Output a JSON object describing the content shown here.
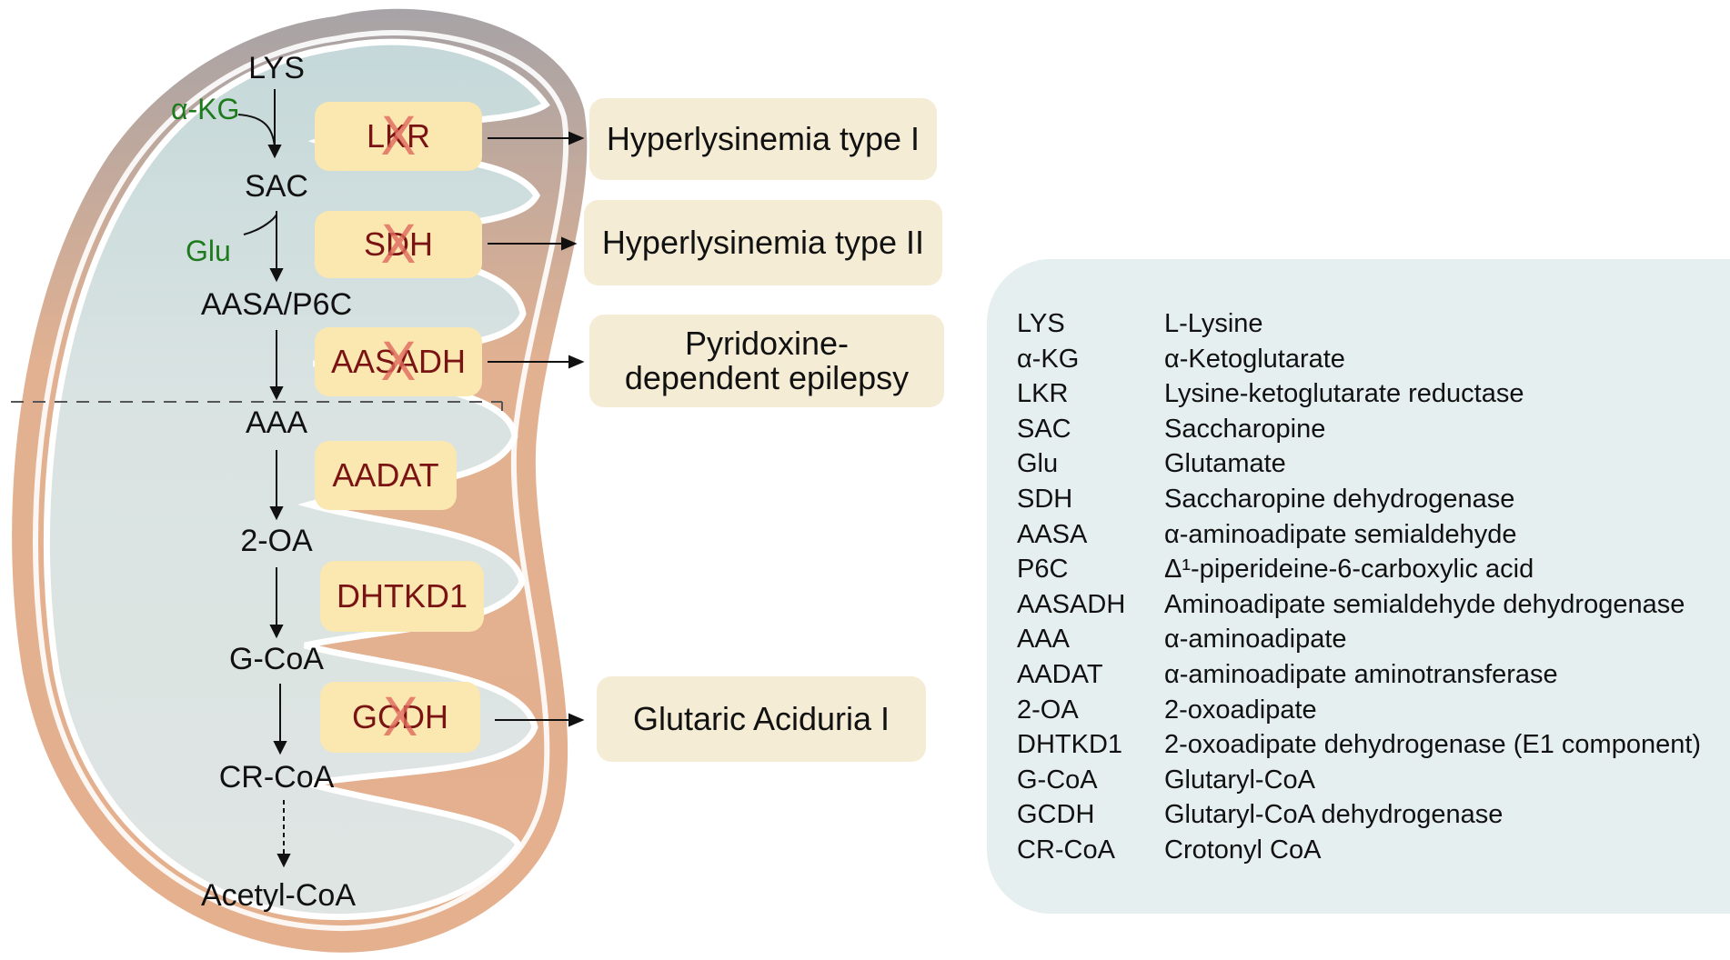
{
  "metabolites": {
    "lys": "LYS",
    "sac": "SAC",
    "aasa_p6c": "AASA/P6C",
    "aaa": "AAA",
    "two_oa": "2-OA",
    "g_coa": "G-CoA",
    "cr_coa": "CR-CoA",
    "acetyl_coa": "Acetyl-CoA"
  },
  "cofactors": {
    "akg": "α-KG",
    "glu": "Glu"
  },
  "enzymes": [
    {
      "label": "LKR",
      "deficient": true
    },
    {
      "label": "SDH",
      "deficient": true
    },
    {
      "label": "AASADH",
      "deficient": true
    },
    {
      "label": "AADAT",
      "deficient": false
    },
    {
      "label": "DHTKD1",
      "deficient": false
    },
    {
      "label": "GCDH",
      "deficient": true
    }
  ],
  "diseases": {
    "hyperlysinemia_1": "Hyperlysinemia type I",
    "hyperlysinemia_2": "Hyperlysinemia type II",
    "pde_line1": "Pyridoxine-",
    "pde_line2": "dependent epilepsy",
    "glutaric_aciduria": "Glutaric Aciduria I"
  },
  "deficiency_mark": "X",
  "legend": [
    {
      "abbr": "LYS",
      "full": "L-Lysine"
    },
    {
      "abbr": "α-KG",
      "full": "α-Ketoglutarate"
    },
    {
      "abbr": "LKR",
      "full": "Lysine-ketoglutarate reductase"
    },
    {
      "abbr": "SAC",
      "full": "Saccharopine"
    },
    {
      "abbr": "Glu",
      "full": "Glutamate"
    },
    {
      "abbr": "SDH",
      "full": "Saccharopine dehydrogenase"
    },
    {
      "abbr": "AASA",
      "full": "α-aminoadipate semialdehyde"
    },
    {
      "abbr": "P6C",
      "full": "Δ¹-piperideine-6-carboxylic acid"
    },
    {
      "abbr": "AASADH",
      "full": "Aminoadipate semialdehyde dehydrogenase"
    },
    {
      "abbr": "AAA",
      "full": "α-aminoadipate"
    },
    {
      "abbr": "AADAT",
      "full": "α-aminoadipate aminotransferase"
    },
    {
      "abbr": "2-OA",
      "full": "2-oxoadipate"
    },
    {
      "abbr": "DHTKD1",
      "full": "2-oxoadipate dehydrogenase (E1 component)"
    },
    {
      "abbr": "G-CoA",
      "full": "Glutaryl-CoA"
    },
    {
      "abbr": "GCDH",
      "full": "Glutaryl-CoA dehydrogenase"
    },
    {
      "abbr": "CR-CoA",
      "full": "Crotonyl CoA"
    }
  ],
  "colors": {
    "membrane_outer_top": "#a7a3a6",
    "membrane_outer_bottom": "#e3b08f",
    "matrix_top": "#c9dadb",
    "matrix_bottom": "#dde4e2",
    "enzyme_box": "#fbe7b0",
    "enzyme_text": "#7a1414",
    "deficiency_x": "#e06a5e",
    "disease_box": "#f5ecd5",
    "cofactor_text": "#1d7a1d",
    "legend_panel": "#e6efef"
  }
}
